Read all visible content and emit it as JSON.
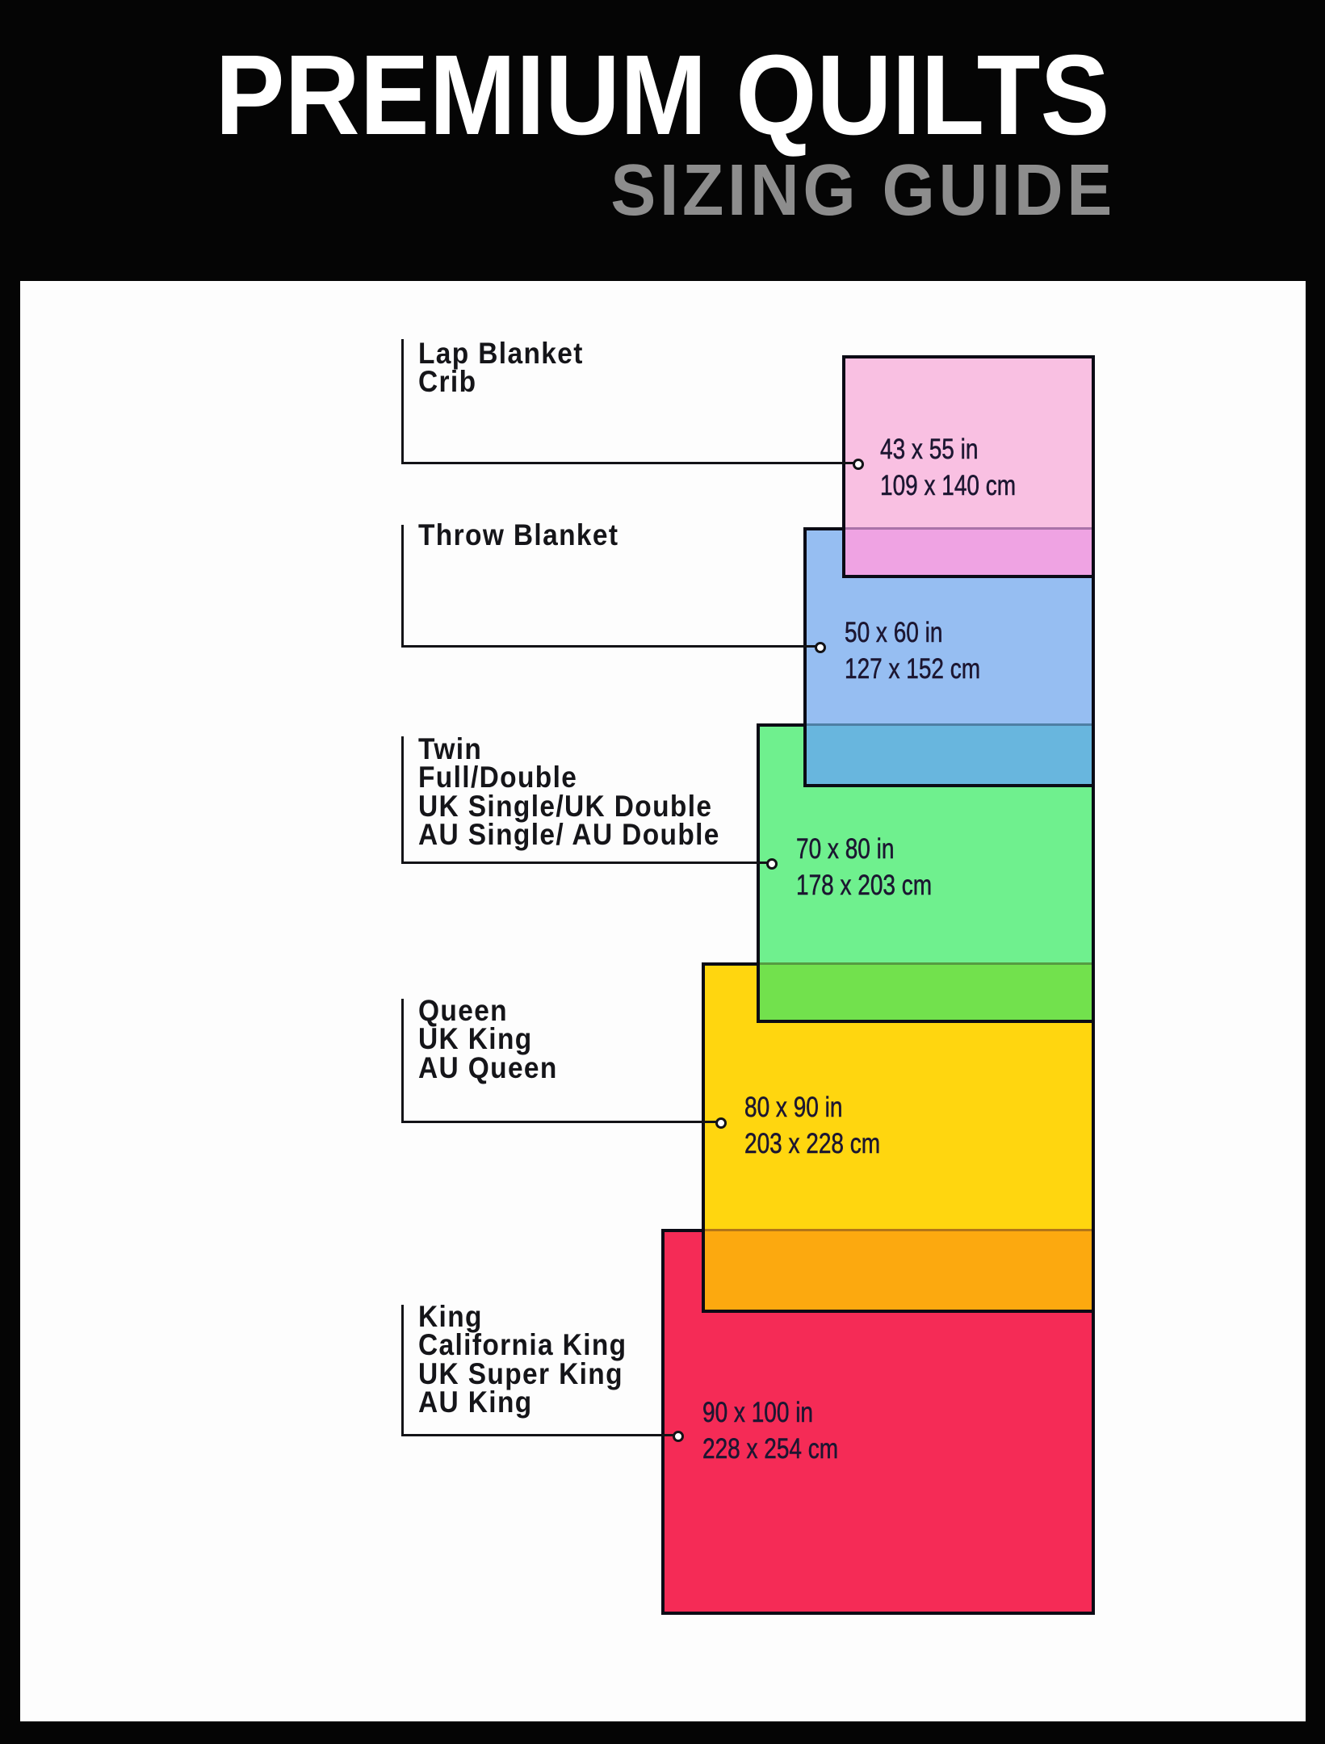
{
  "header": {
    "title": "PREMIUM QUILTS",
    "subtitle": "SIZING GUIDE"
  },
  "colors": {
    "background": "#050505",
    "panel": "#fdfdfd",
    "title": "#ffffff",
    "subtitle": "#8d8d8d",
    "rect_border": "#0b0b15",
    "label_text": "#151519",
    "dims_text": "#1c1631"
  },
  "sizes": [
    {
      "labels": [
        "Lap Blanket",
        "Crib"
      ],
      "inches": "43 x 55 in",
      "cm": "109 x 140 cm",
      "fill": "#f9c0e2",
      "overlap_fill": "#efa3e3"
    },
    {
      "labels": [
        "Throw Blanket"
      ],
      "inches": "50 x 60 in",
      "cm": "127 x 152 cm",
      "fill": "#96bef2",
      "overlap_fill": "#68b6de"
    },
    {
      "labels": [
        "Twin",
        "Full/Double",
        "UK Single/UK Double",
        "AU Single/ AU Double"
      ],
      "inches": "70 x 80 in",
      "cm": "178 x 203 cm",
      "fill": "#6ff08e",
      "overlap_fill": "#72e14d"
    },
    {
      "labels": [
        "Queen",
        "UK King",
        "AU Queen"
      ],
      "inches": "80 x 90 in",
      "cm": "203 x 228 cm",
      "fill": "#ffd60f",
      "overlap_fill": "#fca90f"
    },
    {
      "labels": [
        "King",
        "California King",
        "UK Super King",
        "AU King"
      ],
      "inches": "90 x 100 in",
      "cm": "228 x 254 cm",
      "fill": "#f52b56",
      "overlap_fill": null
    }
  ]
}
